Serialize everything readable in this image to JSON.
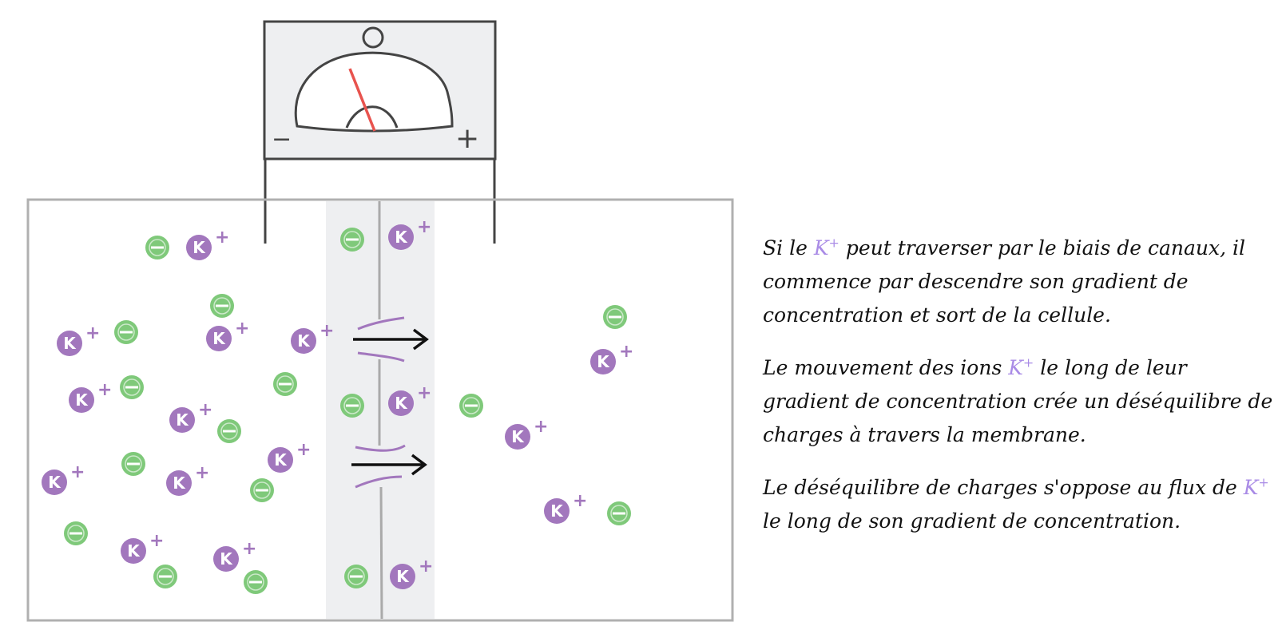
{
  "meter": {
    "minus_label": "−",
    "plus_label": "+",
    "needle_color": "#e8534e",
    "face_color": "#eeeff1"
  },
  "ions": {
    "cation_symbol": "K",
    "cation_charge": "+",
    "cation_color": "#a277bd",
    "anion_color": "#7fc97a",
    "anion_symbol": "−"
  },
  "channel_arrow_icon": "arrow-right-icon",
  "notes": {
    "p1": {
      "before": "Si le ",
      "ion": "K",
      "charge": "+",
      "after": " peut traverser par le biais de canaux, il commence par descendre son gradient de concentration et sort de la cellule."
    },
    "p2": {
      "before": "Le mouvement des ions ",
      "ion": "K",
      "charge": "+",
      "after": " le long de leur gradient de concentration crée un déséquilibre de charges à travers la membrane."
    },
    "p3": {
      "before": "Le déséquilibre de charges s'oppose au flux de ",
      "ion": "K",
      "charge": "+",
      "after": " le long de son gradient de concentration."
    }
  }
}
